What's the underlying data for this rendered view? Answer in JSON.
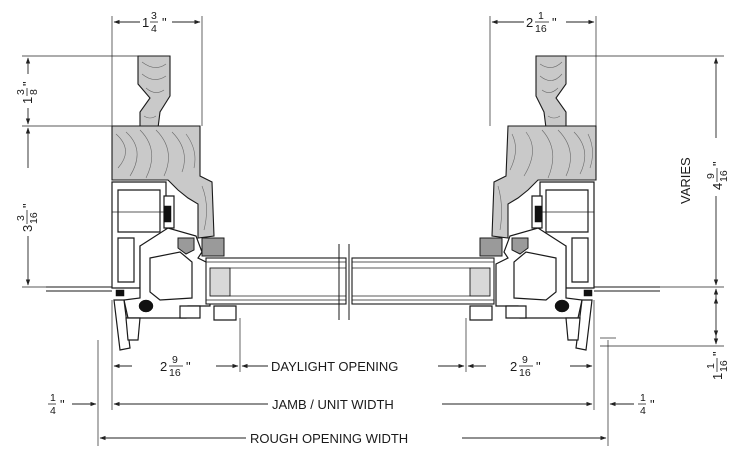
{
  "dimensions": {
    "left_top_width": {
      "whole": "1",
      "num": "3",
      "den": "4",
      "unit": "\""
    },
    "right_top_width": {
      "whole": "2",
      "num": "1",
      "den": "16",
      "unit": "\""
    },
    "left_top_height": {
      "whole": "1",
      "num": "3",
      "den": "8",
      "unit": "\""
    },
    "left_frame_height": {
      "whole": "3",
      "num": "3",
      "den": "16",
      "unit": "\""
    },
    "right_varies_label": "VARIES",
    "right_frame_height": {
      "whole": "4",
      "num": "9",
      "den": "16",
      "unit": "\""
    },
    "right_bottom_height": {
      "whole": "1",
      "num": "1",
      "den": "16",
      "unit": "\""
    },
    "left_sash_width": {
      "whole": "2",
      "num": "9",
      "den": "16",
      "unit": "\""
    },
    "right_sash_width": {
      "whole": "2",
      "num": "9",
      "den": "16",
      "unit": "\""
    },
    "left_shim": {
      "whole": "",
      "num": "1",
      "den": "4",
      "unit": "\""
    },
    "right_shim": {
      "whole": "",
      "num": "1",
      "den": "4",
      "unit": "\""
    }
  },
  "labels": {
    "daylight_opening": "DAYLIGHT OPENING",
    "jamb_unit_width": "JAMB / UNIT WIDTH",
    "rough_opening_width": "ROUGH OPENING WIDTH"
  }
}
